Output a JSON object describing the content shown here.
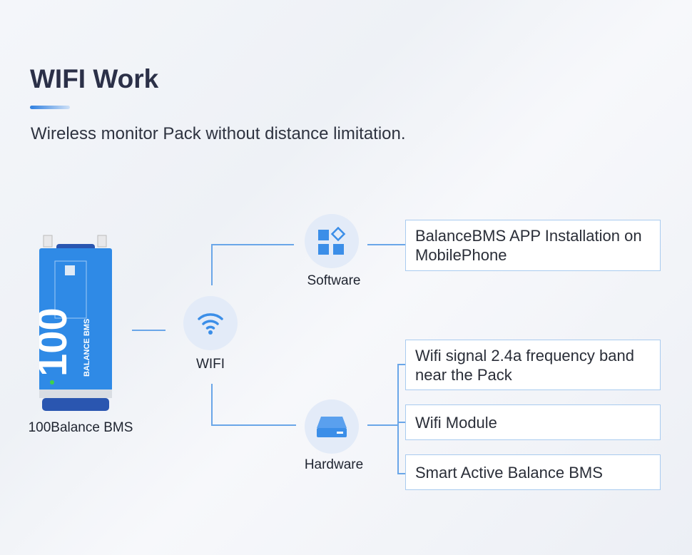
{
  "header": {
    "title": "WIFI Work",
    "subtitle": "Wireless monitor Pack without distance limitation."
  },
  "nodes": {
    "device": {
      "label": "100Balance BMS",
      "logo_text": "BALANCE BMS"
    },
    "wifi": {
      "label": "WIFI",
      "icon": "wifi-icon"
    },
    "software": {
      "label": "Software",
      "icon": "apps-icon"
    },
    "hardware": {
      "label": "Hardware",
      "icon": "hard-drive-icon"
    }
  },
  "software_items": [
    "BalanceBMS APP Installation on MobilePhone"
  ],
  "hardware_items": [
    "Wifi signal 2.4a frequency band near the Pack",
    "Wifi Module",
    "Smart Active Balance BMS"
  ],
  "colors": {
    "accent": "#3b8ee8",
    "line": "#6aa6e8",
    "device": "#2f8ae6"
  }
}
